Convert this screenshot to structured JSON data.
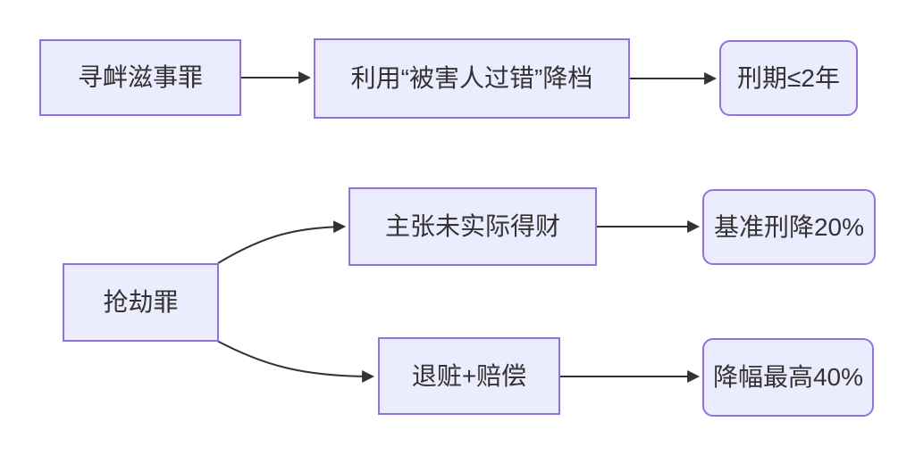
{
  "diagram_type": "flowchart",
  "colors": {
    "background": "#ffffff",
    "node_fill": "#ECECFF",
    "node_border": "#9370DB",
    "text_color": "#333333",
    "arrow_color": "#333333"
  },
  "nodes": {
    "a": {
      "label": "寻衅滋事罪",
      "shape": "rect"
    },
    "b": {
      "label": "利用“被害人过错”降档",
      "shape": "rect"
    },
    "c": {
      "label": "刑期≤2年",
      "shape": "rounded"
    },
    "d": {
      "label": "抢劫罪",
      "shape": "rect"
    },
    "e": {
      "label": "主张未实际得财",
      "shape": "rect"
    },
    "f": {
      "label": "基准刑降20%",
      "shape": "rounded"
    },
    "g": {
      "label": "退赃+赔偿",
      "shape": "rect"
    },
    "h": {
      "label": "降幅最高40%",
      "shape": "rounded"
    }
  },
  "edges": [
    {
      "from": "寻衅滋事罪",
      "to": "利用“被害人过错”降档"
    },
    {
      "from": "利用“被害人过错”降档",
      "to": "刑期≤2年"
    },
    {
      "from": "抢劫罪",
      "to": "主张未实际得财"
    },
    {
      "from": "抢劫罪",
      "to": "退赃+赔偿"
    },
    {
      "from": "主张未实际得财",
      "to": "基准刑降20%"
    },
    {
      "from": "退赃+赔偿",
      "to": "降幅最高40%"
    }
  ]
}
